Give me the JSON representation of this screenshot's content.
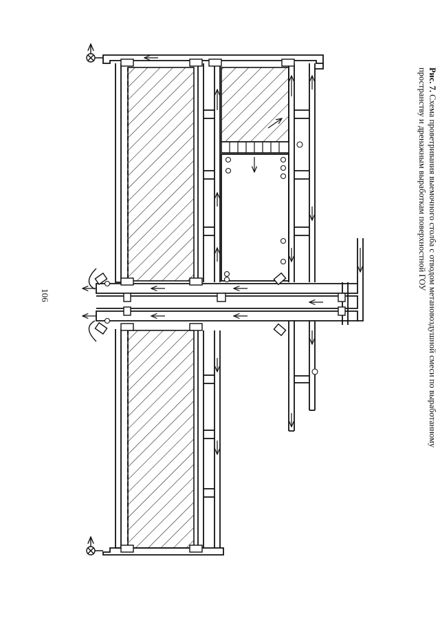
{
  "page": {
    "number": "106"
  },
  "figure": {
    "label": "Рис. 7.",
    "caption_lines": [
      "Схема проветривания выемочного столба с отводом метановоздушной смеси по выработанному",
      "пространству и дренажным выработкам поверхностной ГОУ"
    ]
  },
  "colors": {
    "ink": "#111111",
    "paper": "#ffffff"
  },
  "icons": [
    "fan-icon",
    "air-arrow-icon",
    "instrument-circle-icon",
    "ventilation-door-icon",
    "regulator-window-icon",
    "jumper-bridge-icon"
  ]
}
